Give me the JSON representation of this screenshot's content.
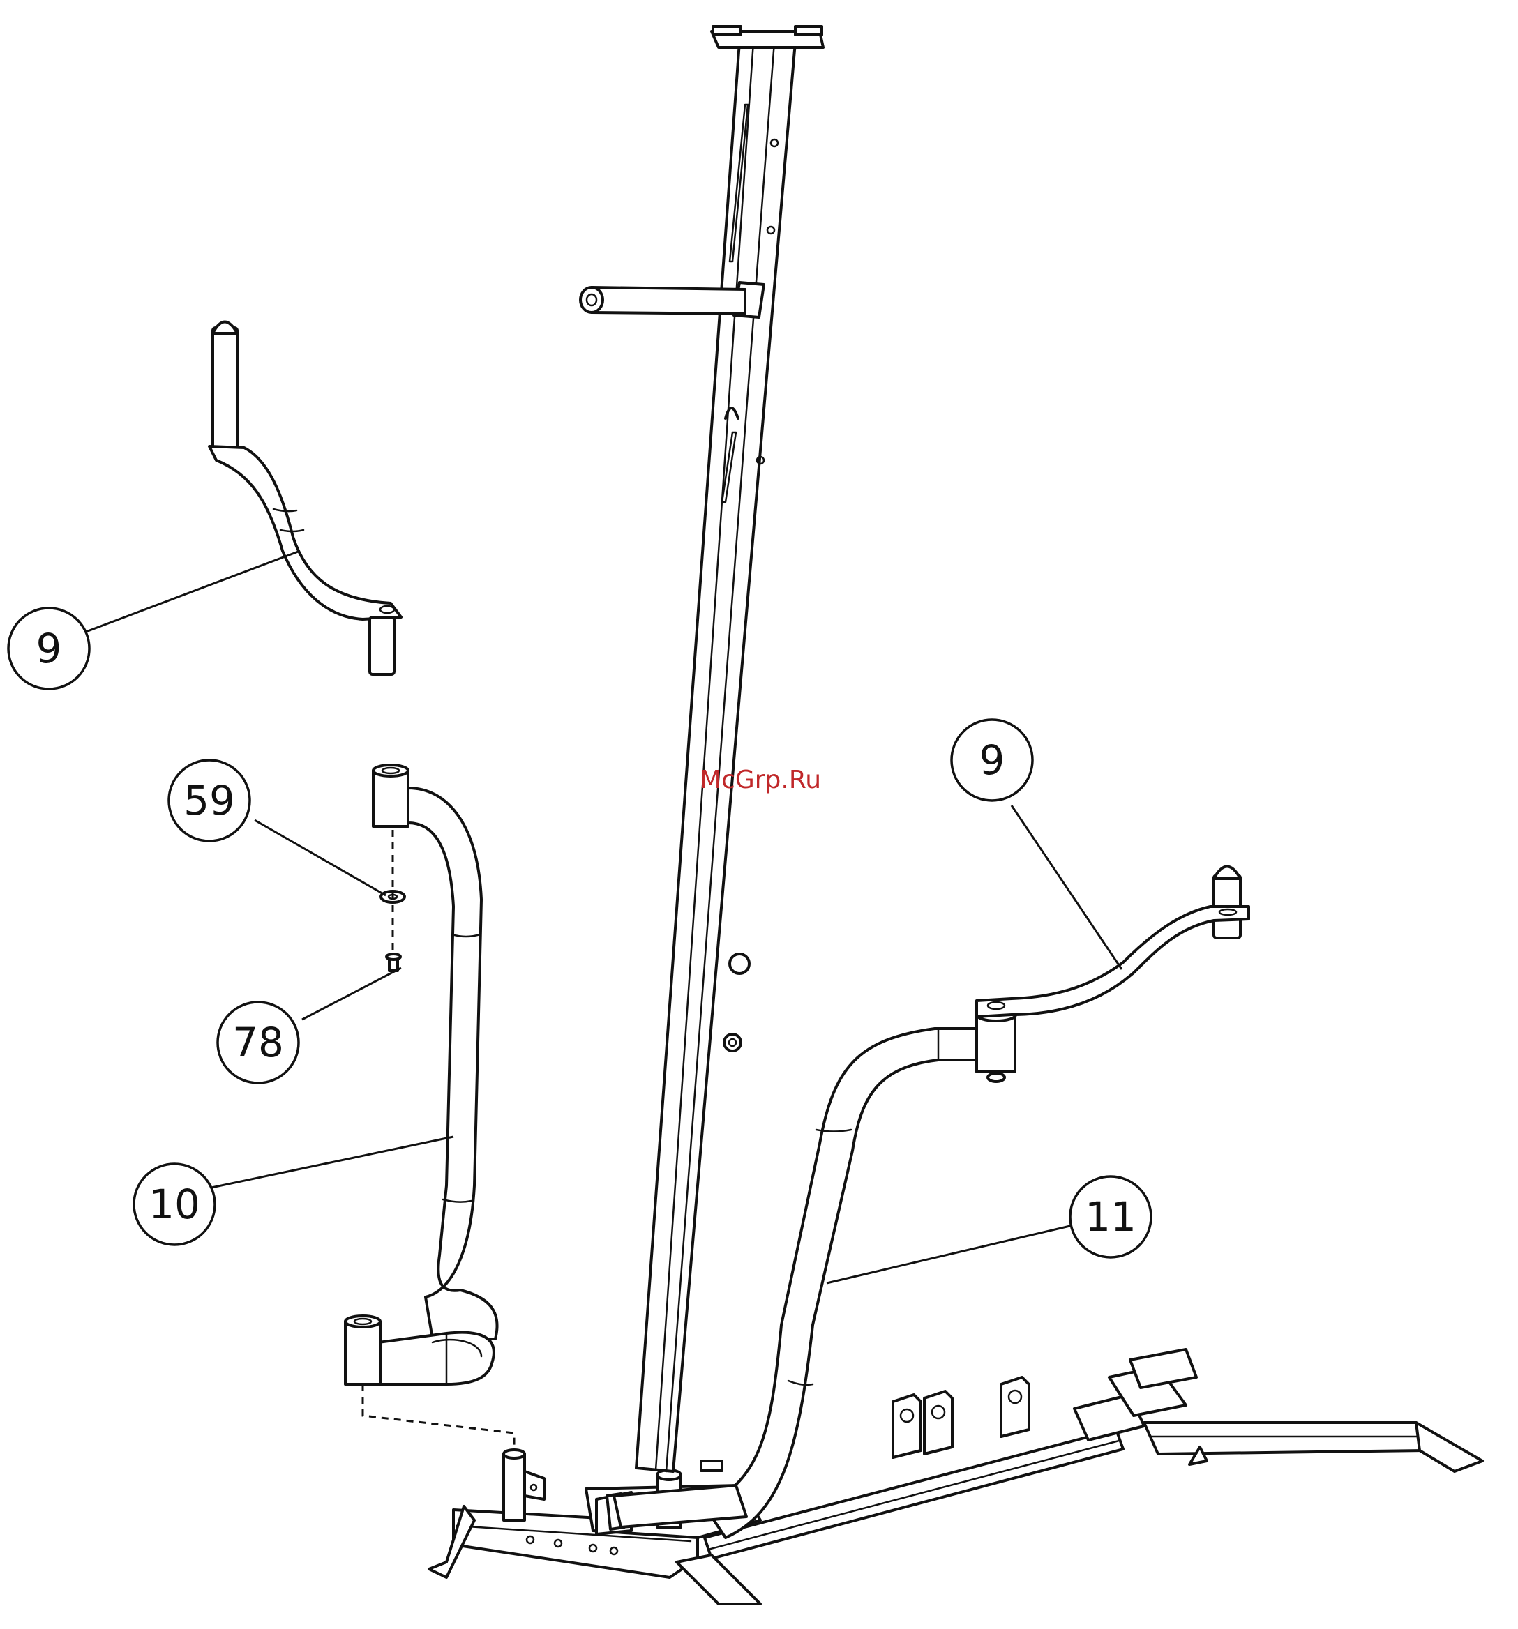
{
  "watermark": "McGrp.Ru",
  "callouts": {
    "part_9_left": "9",
    "part_9_right": "9",
    "part_59": "59",
    "part_78": "78",
    "part_10": "10",
    "part_11": "11"
  }
}
